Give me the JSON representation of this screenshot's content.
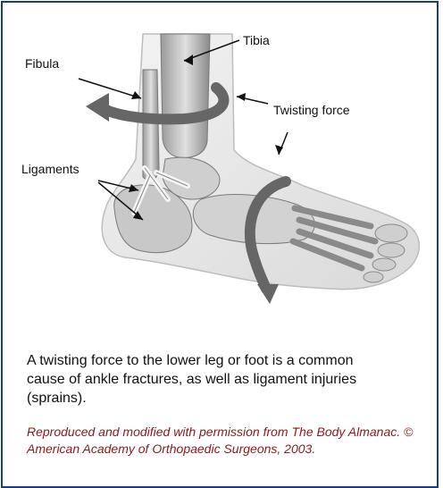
{
  "labels": {
    "tibia": "Tibia",
    "fibula": "Fibula",
    "twisting_force": "Twisting force",
    "ligaments": "Ligaments"
  },
  "caption": "A twisting force to the lower leg or foot is a common cause of ankle fractures, as well as ligament injuries (sprains).",
  "credit": "Reproduced and modified with permission from The Body Almanac. © American Academy of Orthopaedic Surgeons, 2003.",
  "colors": {
    "border": "#1f3a7a",
    "credit_text": "#8a1a1a",
    "arrow": "#666666"
  }
}
